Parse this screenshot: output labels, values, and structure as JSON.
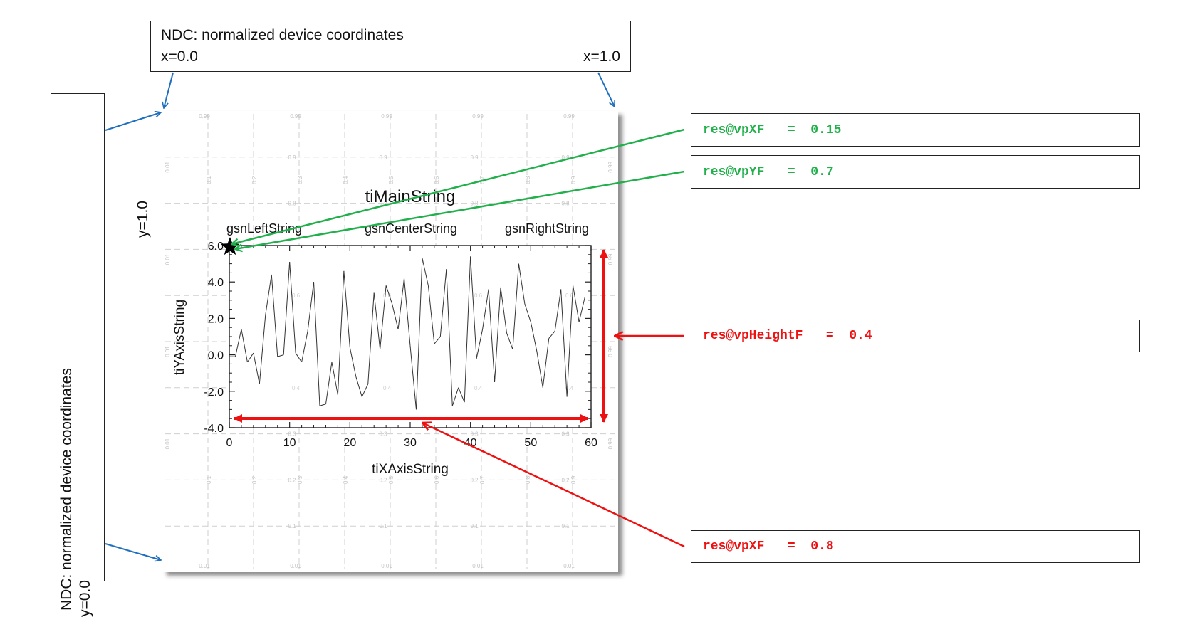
{
  "ndc_top": {
    "title": "NDC: normalized device coordinates",
    "x0": "x=0.0",
    "x1": "x=1.0"
  },
  "ndc_left": {
    "title": "NDC: normalized device coordinates",
    "y1": "y=1.0",
    "y0": "y=0.0"
  },
  "resources": {
    "vpXF": "res@vpXF   =  0.15",
    "vpYF": "res@vpYF   =  0.7",
    "vpHeightF": "res@vpHeightF   =  0.4",
    "vpWidthF": "res@vpXF   =  0.8"
  },
  "colors": {
    "green": "#22b04c",
    "red": "#ee1111",
    "blue": "#1f6fc0"
  },
  "grid_labels": {
    "top_row": "0.99",
    "left_col": "0.01",
    "right_col": "0.99",
    "rows": [
      "0.9",
      "0.8",
      "0.7",
      "0.6",
      "0.5",
      "0.4",
      "0.3",
      "0.2",
      "0.1"
    ],
    "cols": [
      "0.1",
      "0.2",
      "0.3",
      "0.4",
      "0.5",
      "0.6",
      "0.7",
      "0.8",
      "0.9"
    ]
  },
  "chart_data": {
    "type": "line",
    "title": "tiMainString",
    "left_string": "gsnLeftString",
    "center_string": "gsnCenterString",
    "right_string": "gsnRightString",
    "xlabel": "tiXAxisString",
    "ylabel": "tiYAxisString",
    "xlim": [
      0,
      60
    ],
    "ylim": [
      -4.0,
      6.0
    ],
    "xticks": [
      "0",
      "10",
      "20",
      "30",
      "40",
      "50",
      "60"
    ],
    "yticks": [
      "-4.0",
      "-2.0",
      "0.0",
      "2.0",
      "4.0",
      "6.0"
    ],
    "x": [
      0,
      1,
      2,
      3,
      4,
      5,
      6,
      7,
      8,
      9,
      10,
      11,
      12,
      13,
      14,
      15,
      16,
      17,
      18,
      19,
      20,
      21,
      22,
      23,
      24,
      25,
      26,
      27,
      28,
      29,
      30,
      31,
      32,
      33,
      34,
      35,
      36,
      37,
      38,
      39,
      40,
      41,
      42,
      43,
      44,
      45,
      46,
      47,
      48,
      49,
      50,
      51,
      52,
      53,
      54,
      55,
      56,
      57,
      58,
      59
    ],
    "y": [
      -0.1,
      -0.1,
      1.4,
      -0.4,
      0.1,
      -1.6,
      2.2,
      4.4,
      -0.1,
      0.0,
      5.1,
      0.1,
      -0.4,
      1.3,
      4.0,
      -2.8,
      -2.7,
      -0.4,
      -2.2,
      4.6,
      0.4,
      -1.2,
      -2.3,
      -1.6,
      3.4,
      0.3,
      3.8,
      2.8,
      1.4,
      4.2,
      0.5,
      -3.0,
      5.3,
      3.8,
      0.6,
      1.0,
      4.7,
      -2.8,
      -1.8,
      -2.6,
      5.4,
      -0.2,
      1.4,
      3.6,
      -1.5,
      3.7,
      1.2,
      0.3,
      5.0,
      2.8,
      1.8,
      0.2,
      -1.8,
      0.9,
      1.3,
      3.6,
      -2.3,
      3.8,
      1.8,
      3.2
    ]
  }
}
